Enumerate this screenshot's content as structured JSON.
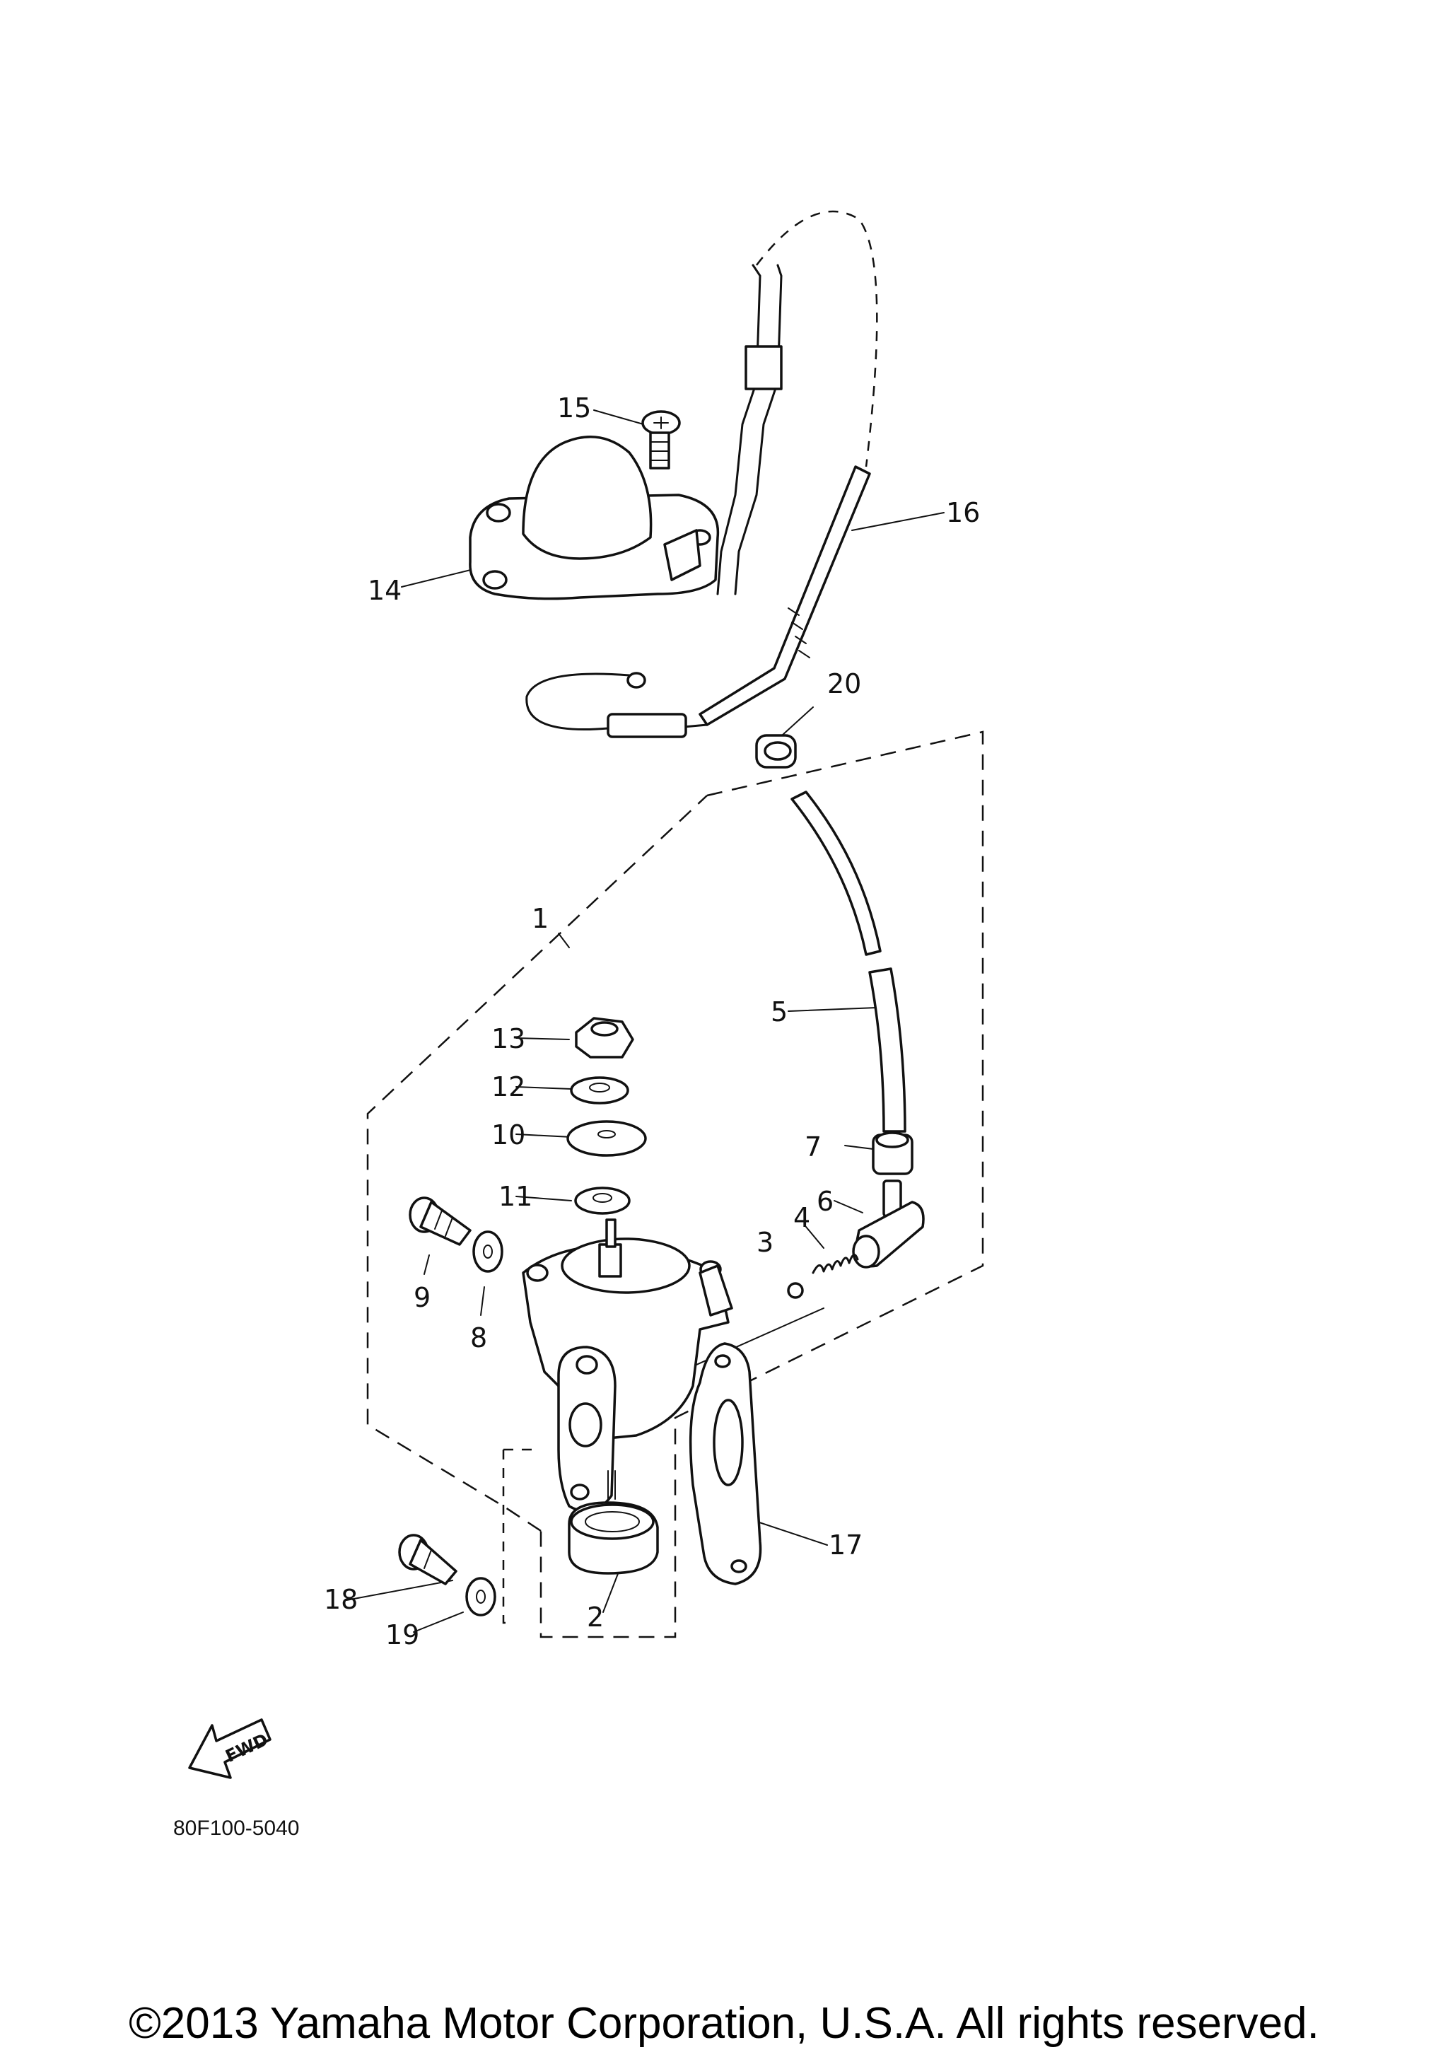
{
  "diagram": {
    "callouts": [
      {
        "id": "1",
        "label": "1"
      },
      {
        "id": "2",
        "label": "2"
      },
      {
        "id": "3",
        "label": "3"
      },
      {
        "id": "4",
        "label": "4"
      },
      {
        "id": "5",
        "label": "5"
      },
      {
        "id": "6",
        "label": "6"
      },
      {
        "id": "7",
        "label": "7"
      },
      {
        "id": "8",
        "label": "8"
      },
      {
        "id": "9",
        "label": "9"
      },
      {
        "id": "10",
        "label": "10"
      },
      {
        "id": "11",
        "label": "11"
      },
      {
        "id": "12",
        "label": "12"
      },
      {
        "id": "13",
        "label": "13"
      },
      {
        "id": "14",
        "label": "14"
      },
      {
        "id": "15",
        "label": "15"
      },
      {
        "id": "16",
        "label": "16"
      },
      {
        "id": "17",
        "label": "17"
      },
      {
        "id": "18",
        "label": "18"
      },
      {
        "id": "19",
        "label": "19"
      },
      {
        "id": "20",
        "label": "20"
      }
    ],
    "fwd_label": "FWD",
    "diagram_code": "80F100-5040"
  },
  "footer": {
    "copyright": "©2013 Yamaha Motor Corporation, U.S.A. All rights reserved."
  },
  "colors": {
    "ink": "#111111",
    "background": "#ffffff"
  }
}
